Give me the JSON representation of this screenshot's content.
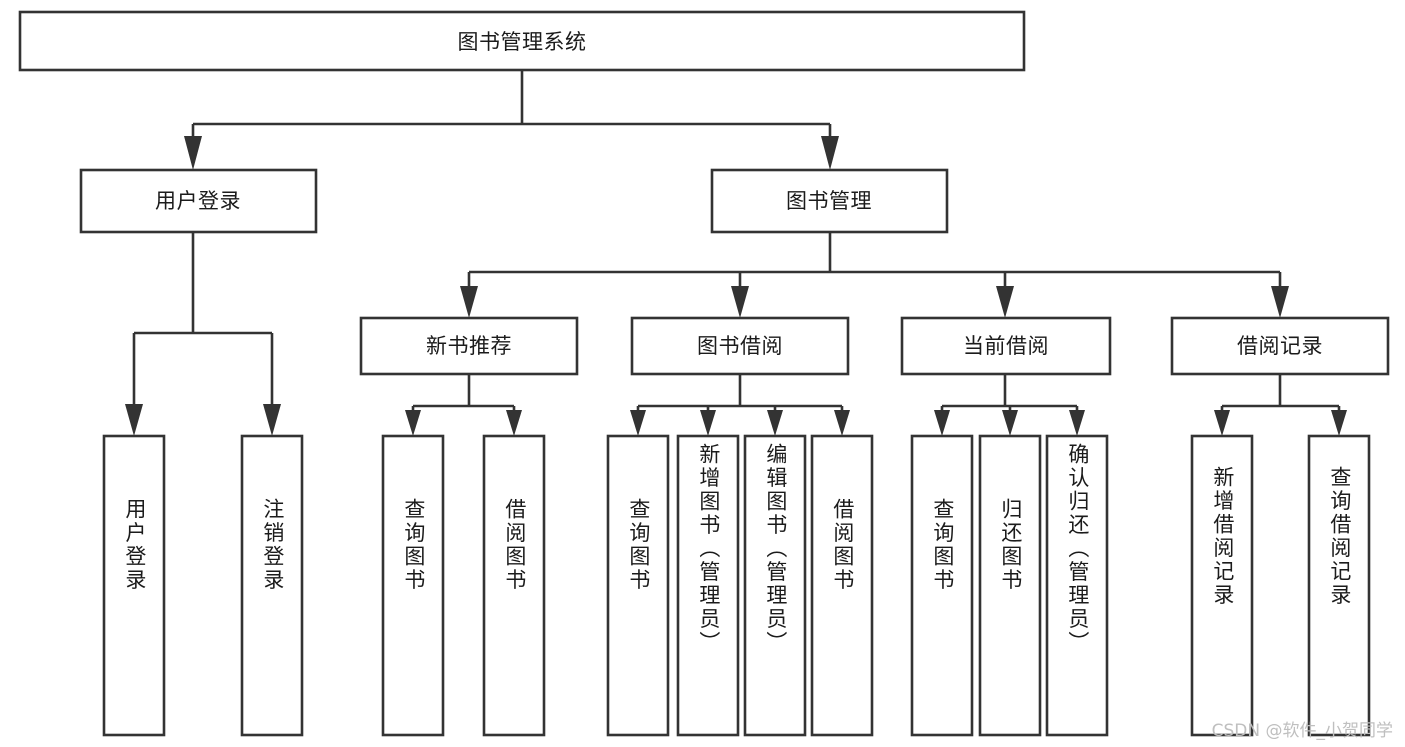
{
  "diagram": {
    "type": "tree-hierarchy",
    "title": "图书管理系统",
    "orientation": "top-down",
    "colors": {
      "box_fill": "#ffffff",
      "box_stroke": "#333333",
      "text": "#1b1b1b",
      "background": "#ffffff",
      "watermark": "#bfbfbf"
    },
    "root": {
      "label": "图书管理系统",
      "text_direction": "horizontal"
    },
    "level2": [
      {
        "label": "用户登录",
        "text_direction": "horizontal"
      },
      {
        "label": "图书管理",
        "text_direction": "horizontal"
      }
    ],
    "level3": [
      {
        "label": "新书推荐",
        "text_direction": "horizontal",
        "parent": "图书管理"
      },
      {
        "label": "图书借阅",
        "text_direction": "horizontal",
        "parent": "图书管理"
      },
      {
        "label": "当前借阅",
        "text_direction": "horizontal",
        "parent": "图书管理"
      },
      {
        "label": "借阅记录",
        "text_direction": "horizontal",
        "parent": "图书管理"
      }
    ],
    "leaves": [
      {
        "label": "用户登录",
        "parent": "用户登录",
        "text_direction": "vertical"
      },
      {
        "label": "注销登录",
        "parent": "用户登录",
        "text_direction": "vertical"
      },
      {
        "label": "查询图书",
        "parent": "新书推荐",
        "text_direction": "vertical"
      },
      {
        "label": "借阅图书",
        "parent": "新书推荐",
        "text_direction": "vertical"
      },
      {
        "label": "查询图书",
        "parent": "图书借阅",
        "text_direction": "vertical"
      },
      {
        "label": "新增图书（管理员）",
        "parent": "图书借阅",
        "text_direction": "vertical"
      },
      {
        "label": "编辑图书（管理员）",
        "parent": "图书借阅",
        "text_direction": "vertical"
      },
      {
        "label": "借阅图书",
        "parent": "图书借阅",
        "text_direction": "vertical"
      },
      {
        "label": "查询图书",
        "parent": "当前借阅",
        "text_direction": "vertical"
      },
      {
        "label": "归还图书",
        "parent": "当前借阅",
        "text_direction": "vertical"
      },
      {
        "label": "确认归还（管理员）",
        "parent": "当前借阅",
        "text_direction": "vertical"
      },
      {
        "label": "新增借阅记录",
        "parent": "借阅记录",
        "text_direction": "vertical"
      },
      {
        "label": "查询借阅记录",
        "parent": "借阅记录",
        "text_direction": "vertical"
      }
    ]
  },
  "watermark": {
    "text": "CSDN @软件_小贺同学"
  }
}
